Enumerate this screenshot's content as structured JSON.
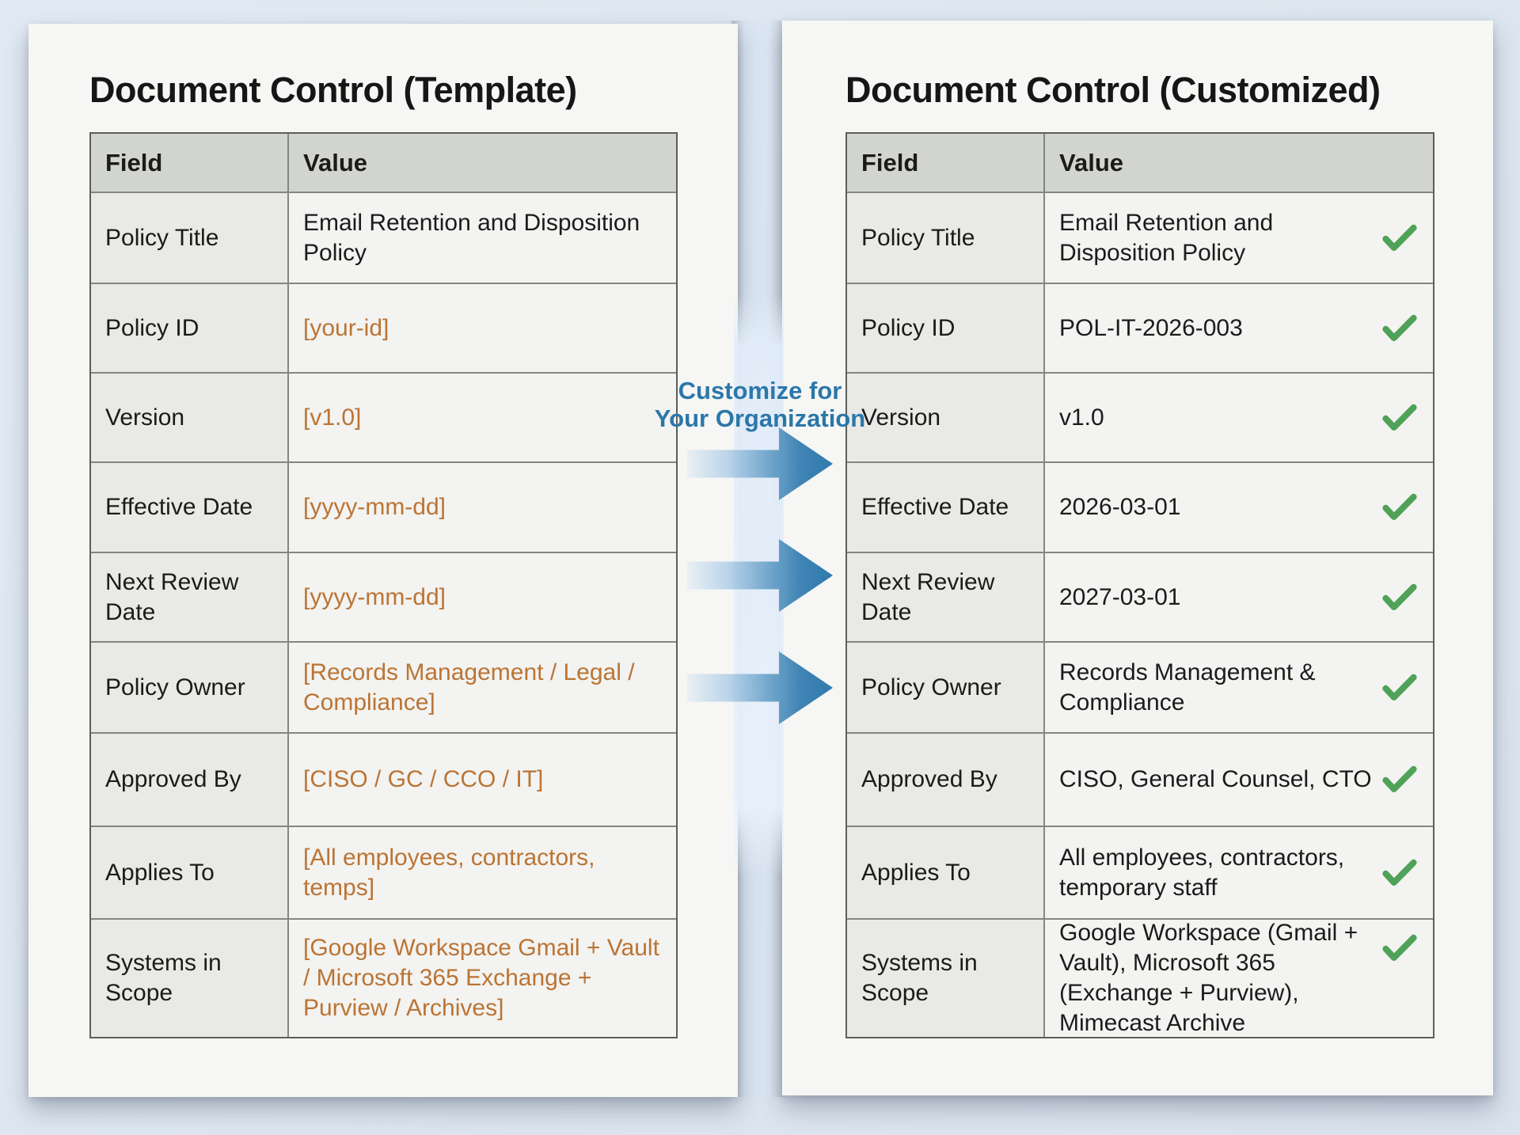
{
  "left_panel": {
    "title": "Document Control (Template)",
    "table": {
      "headers": {
        "field": "Field",
        "value": "Value"
      },
      "rows": [
        {
          "field": "Policy Title",
          "value": "Email Retention and Disposition Policy",
          "placeholder": false
        },
        {
          "field": "Policy ID",
          "value": "[your-id]",
          "placeholder": true
        },
        {
          "field": "Version",
          "value": "[v1.0]",
          "placeholder": true
        },
        {
          "field": "Effective Date",
          "value": "[yyyy-mm-dd]",
          "placeholder": true
        },
        {
          "field": "Next Review Date",
          "value": "[yyyy-mm-dd]",
          "placeholder": true
        },
        {
          "field": "Policy Owner",
          "value": "[Records Management / Legal / Compliance]",
          "placeholder": true
        },
        {
          "field": "Approved By",
          "value": "[CISO / GC / CCO / IT]",
          "placeholder": true
        },
        {
          "field": "Applies To",
          "value": "[All employees, contractors, temps]",
          "placeholder": true
        },
        {
          "field": "Systems in Scope",
          "value": "[Google Workspace Gmail + Vault / Microsoft 365 Exchange + Purview / Archives]",
          "placeholder": true
        }
      ]
    }
  },
  "middle": {
    "label_line1": "Customize for",
    "label_line2": "Your Organization"
  },
  "right_panel": {
    "title": "Document Control (Customized)",
    "table": {
      "headers": {
        "field": "Field",
        "value": "Value"
      },
      "rows": [
        {
          "field": "Policy Title",
          "value": "Email Retention and Disposition Policy",
          "checked": true
        },
        {
          "field": "Policy ID",
          "value": "POL-IT-2026-003",
          "checked": true
        },
        {
          "field": "Version",
          "value": "v1.0",
          "checked": true
        },
        {
          "field": "Effective Date",
          "value": "2026-03-01",
          "checked": true
        },
        {
          "field": "Next Review Date",
          "value": "2027-03-01",
          "checked": true
        },
        {
          "field": "Policy Owner",
          "value": "Records Management & Compliance",
          "checked": true
        },
        {
          "field": "Approved By",
          "value": "CISO, General Counsel, CTO",
          "checked": true
        },
        {
          "field": "Applies To",
          "value": "All employees, contractors, temporary staff",
          "checked": true
        },
        {
          "field": "Systems in Scope",
          "value": "Google Workspace (Gmail + Vault), Microsoft 365 (Exchange + Purview), Mimecast Archive",
          "checked": true
        }
      ]
    }
  },
  "colors": {
    "background": "#dde6f0",
    "page": "#f6f6f4",
    "table_header_bg": "#d2d4cf",
    "field_cell_bg": "#e9e9e6",
    "value_cell_bg": "#f3f3f1",
    "table_border": "#5d5f5a",
    "placeholder_text": "#bb7434",
    "body_text": "#1b1b1b",
    "accent_blue": "#2b77aa",
    "arrow_blue": "#2f7aad",
    "check_green": "#4fa258"
  }
}
